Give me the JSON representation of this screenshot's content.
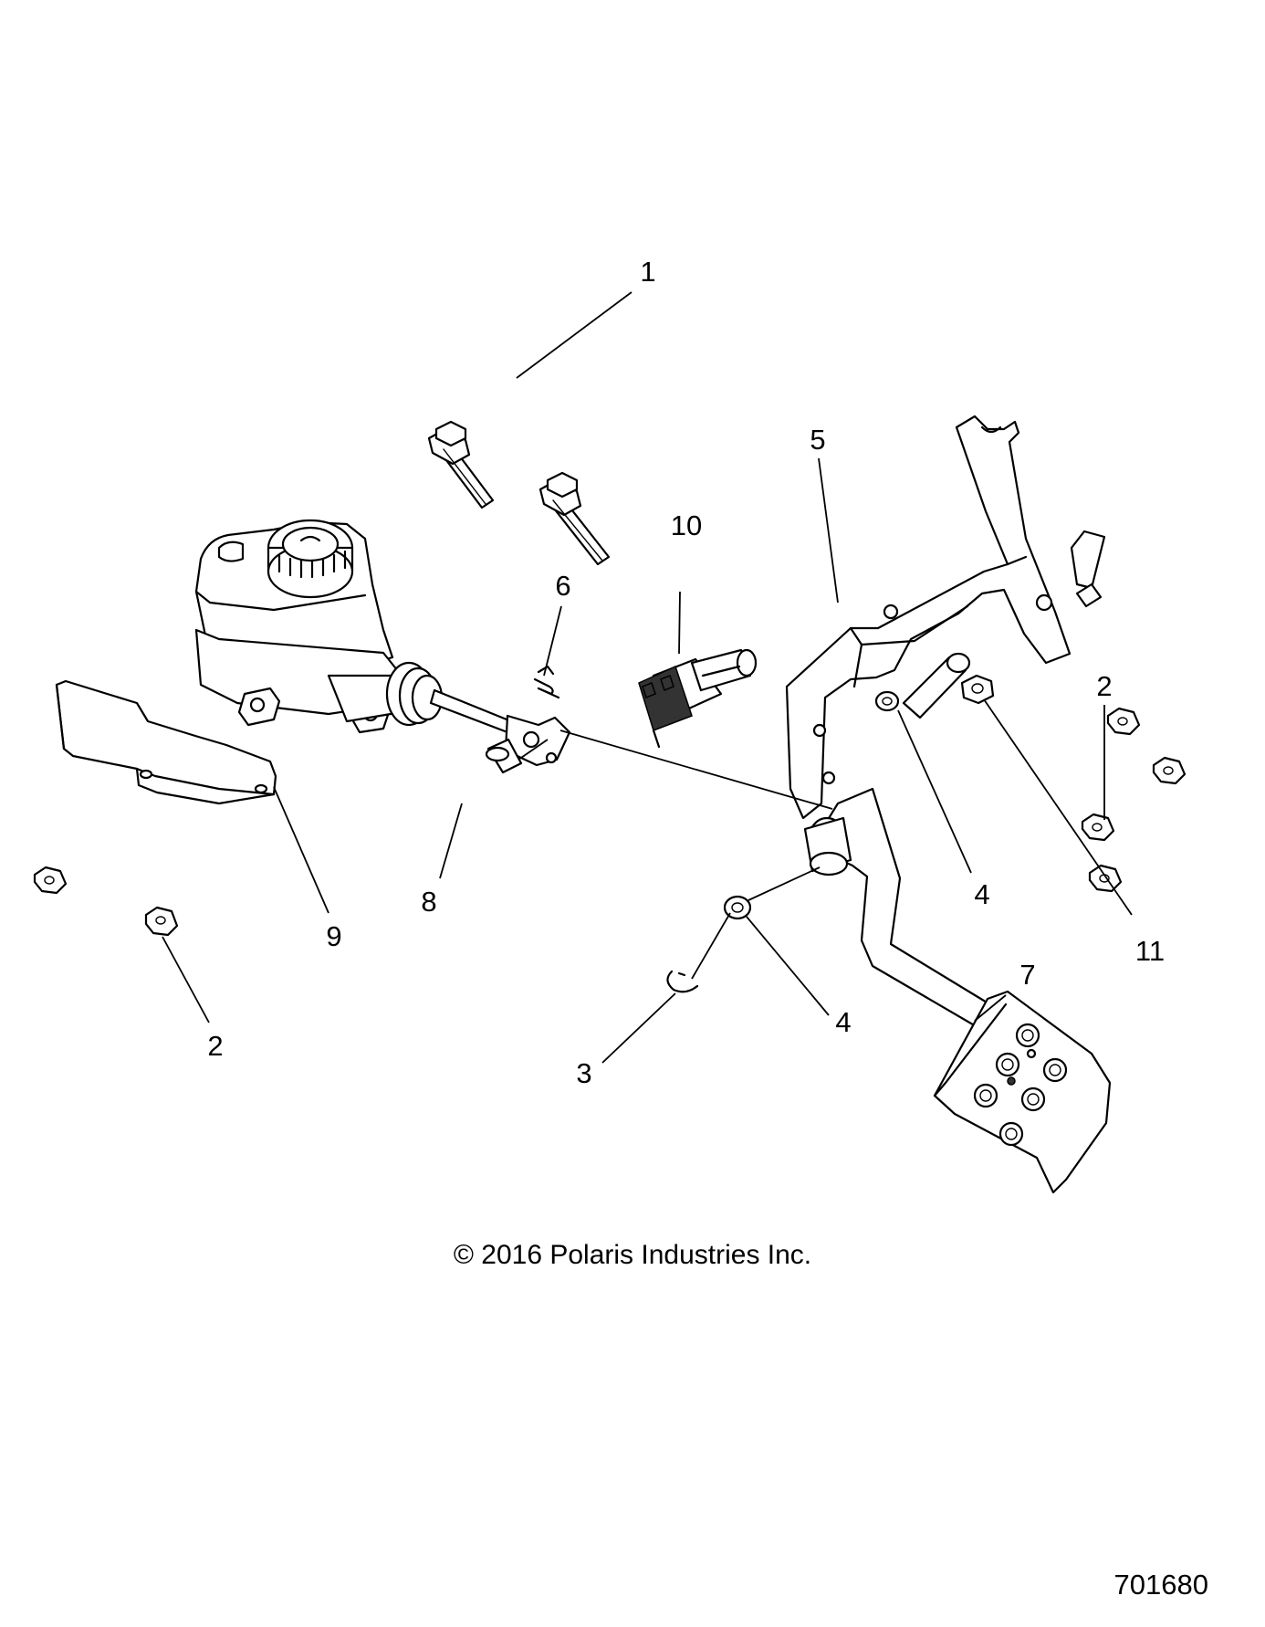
{
  "callouts": [
    {
      "num": "1"
    },
    {
      "num": "2"
    },
    {
      "num": "2"
    },
    {
      "num": "3"
    },
    {
      "num": "4"
    },
    {
      "num": "4"
    },
    {
      "num": "5"
    },
    {
      "num": "6"
    },
    {
      "num": "7"
    },
    {
      "num": "8"
    },
    {
      "num": "9"
    },
    {
      "num": "10"
    },
    {
      "num": "11"
    }
  ],
  "footer": {
    "copyright": "© 2016 Polaris Industries Inc.",
    "drawing_number": "701680"
  }
}
